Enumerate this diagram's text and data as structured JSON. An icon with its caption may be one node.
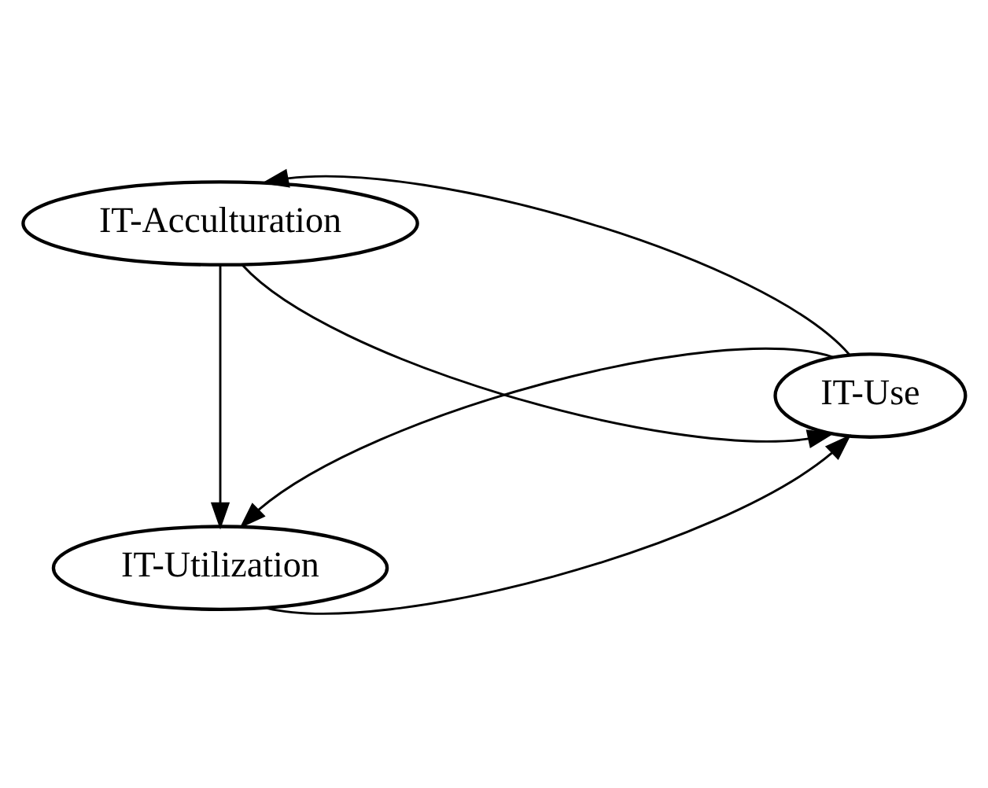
{
  "diagram": {
    "nodes": [
      {
        "text": [
          "IT-Acculturation"
        ]
      },
      {
        "text": [
          "IT-Use"
        ]
      },
      {
        "text": [
          "IT-Utilization"
        ]
      }
    ],
    "edges": [
      {
        "from": 0,
        "to": 1,
        "arrow": "to"
      },
      {
        "from": 1,
        "to": 0,
        "arrow": "to"
      },
      {
        "from": 0,
        "to": 2,
        "arrow": "to"
      },
      {
        "from": 1,
        "to": 2,
        "arrow": "to"
      },
      {
        "from": 2,
        "to": 1,
        "arrow": "to"
      }
    ]
  }
}
